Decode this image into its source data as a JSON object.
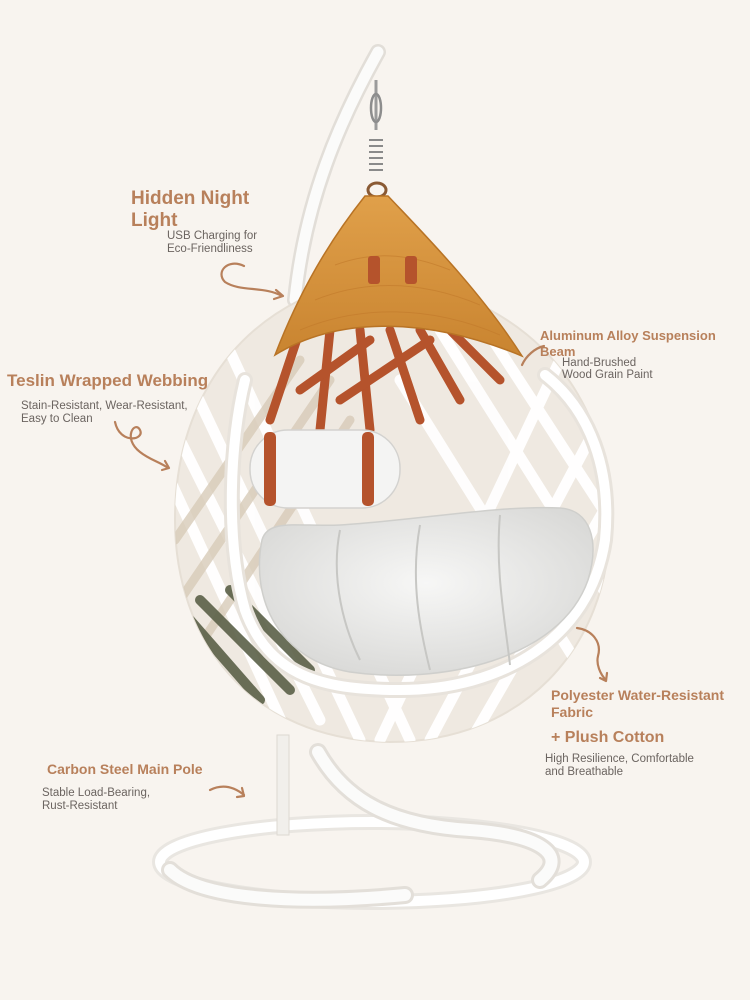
{
  "callouts": {
    "night_light": {
      "title_line1": "Hidden Night",
      "title_line2": "Light",
      "desc_line1": "USB Charging for",
      "desc_line2": "Eco-Friendliness"
    },
    "suspension_beam": {
      "title": "Aluminum Alloy Suspension Beam",
      "desc_line1": "Hand-Brushed",
      "desc_line2": "Wood Grain Paint"
    },
    "webbing": {
      "title": "Teslin Wrapped Webbing",
      "desc_line1": "Stain-Resistant, Wear-Resistant,",
      "desc_line2": "Easy to Clean"
    },
    "fabric": {
      "title_line1": "Polyester Water-Resistant",
      "title_line2": "Fabric",
      "title_line3": "+ Plush Cotton",
      "desc_line1": "High Resilience, Comfortable",
      "desc_line2": "and Breathable"
    },
    "pole": {
      "title": "Carbon Steel Main Pole",
      "desc_line1": "Stable Load-Bearing,",
      "desc_line2": "Rust-Resistant"
    }
  },
  "colors": {
    "accent": "#b8805b",
    "text_secondary": "#6b6460",
    "background": "#f8f4ef",
    "wood": "#d9953a",
    "strap": "#b5532c",
    "frame": "#f2f0ec"
  }
}
